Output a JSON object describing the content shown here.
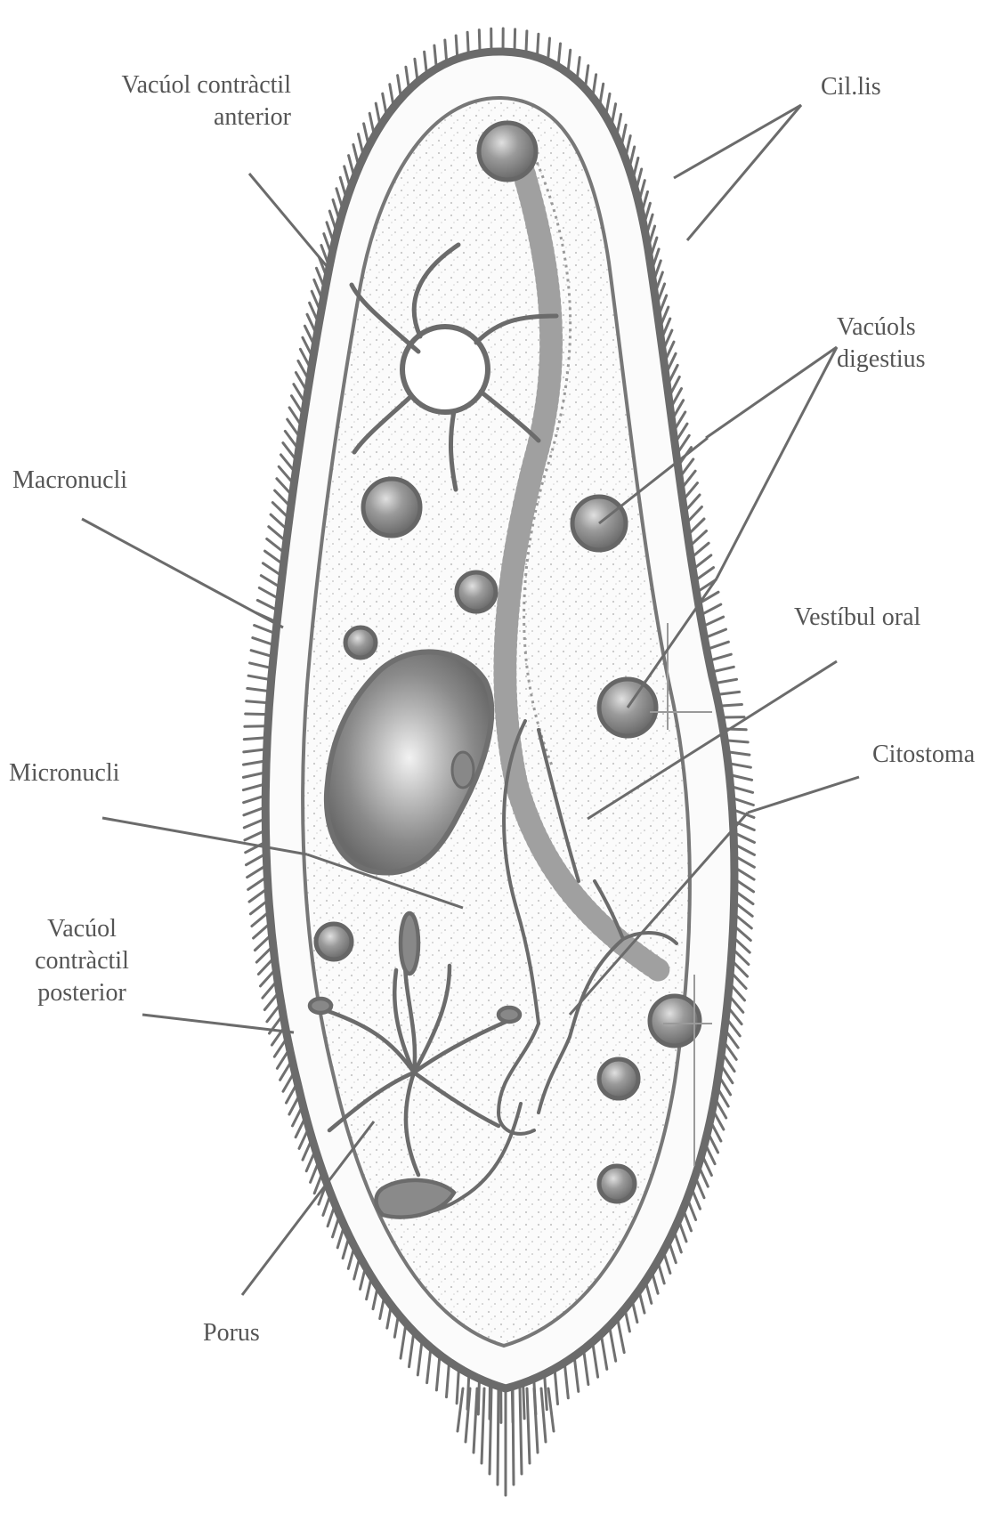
{
  "labels": {
    "vacuol_anterior": [
      "Vacúol contràctil",
      "anterior"
    ],
    "cilis": [
      "Cil.lis"
    ],
    "vacuols_digestius": [
      "Vacúols",
      "digestius"
    ],
    "macronucli": [
      "Macronucli"
    ],
    "vestibul_oral": [
      "Vestíbul oral"
    ],
    "micronucli": [
      "Micronucli"
    ],
    "citostoma": [
      "Citostoma"
    ],
    "vacuol_posterior": [
      "Vacúol",
      "contràctil",
      "posterior"
    ],
    "porus": [
      "Porus"
    ]
  },
  "colors": {
    "ink": "#6b6b6b",
    "ink_dark": "#555555",
    "background": "#ffffff"
  }
}
